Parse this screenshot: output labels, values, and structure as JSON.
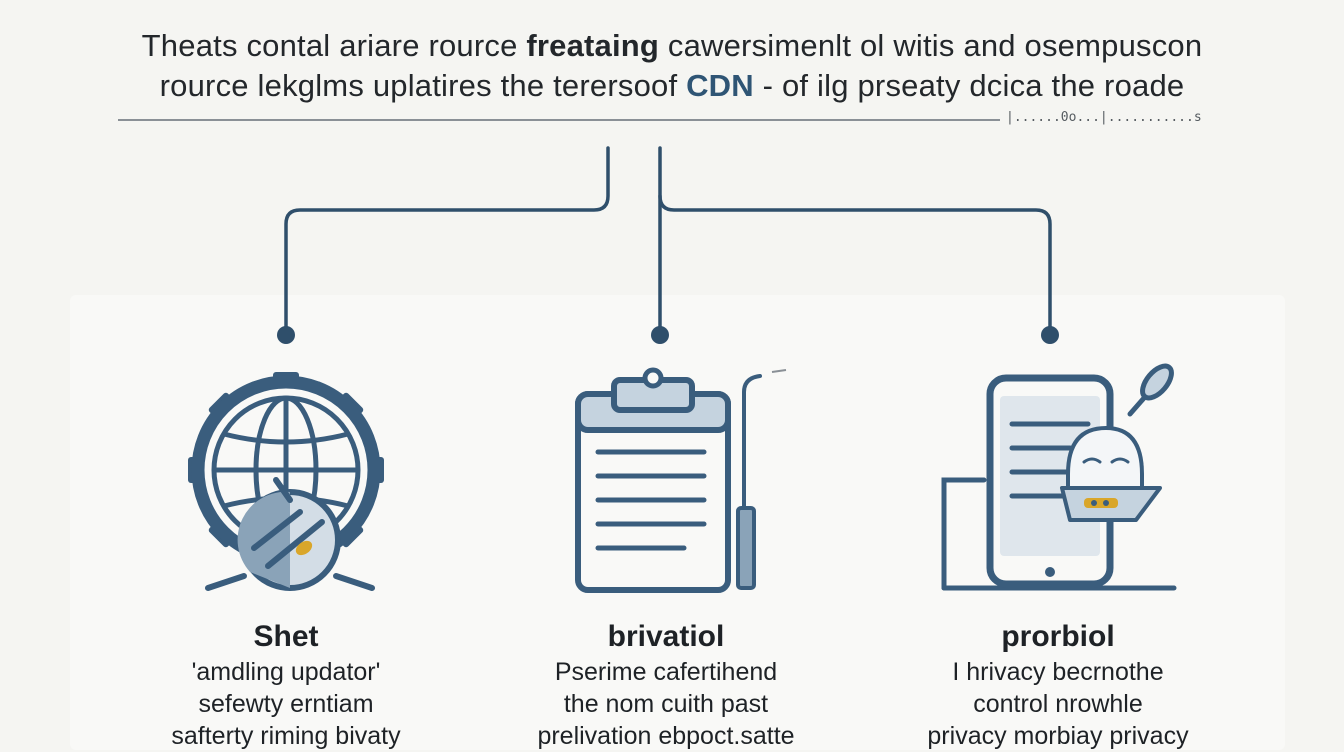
{
  "header": {
    "line1_a": "Theats contal ariare rource ",
    "line1_bold": "freataing",
    "line1_b": " cawersimenlt ol witis and osempuscon",
    "line2_a": "rource lekglms uplatires the terersoof ",
    "line2_cdn": "CDN",
    "line2_b": " - of ilg prseaty dcica the roade",
    "rule_tail": "|......0o...|...........s"
  },
  "colors": {
    "connector": "#2f4f6b",
    "icon_stroke": "#3a5d7d",
    "icon_fill_light": "#d3dde6",
    "accent_yellow": "#d9a62a"
  },
  "nodes": [
    {
      "icon": "globe-gear-icon",
      "title": "Shet",
      "desc": [
        "'amdling updator'",
        "sefewty  erntiam",
        "safterty riming bivaty"
      ]
    },
    {
      "icon": "clipboard-icon",
      "title": "brivatiol",
      "desc": [
        "Pserime cafertihend",
        "the nom cuith past",
        "prelivation ebpoct.satte"
      ]
    },
    {
      "icon": "mobile-lock-icon",
      "title": "prorbiol",
      "desc": [
        "I hrivacy becrnothe",
        "control nrowhle",
        "privacy morbiay privacy"
      ]
    }
  ]
}
